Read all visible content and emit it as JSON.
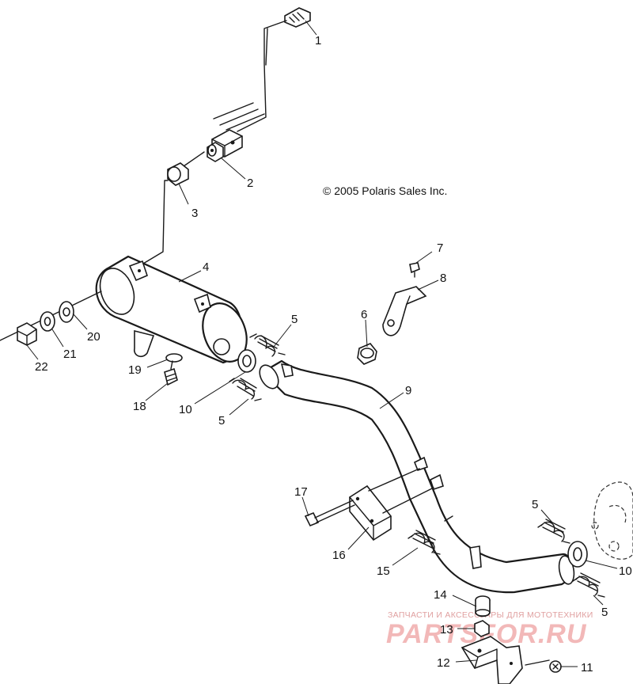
{
  "copyright": "© 2005 Polaris Sales Inc.",
  "watermark": {
    "tagline": "ЗАПЧАСТИ И АКСЕССУАРЫ ДЛЯ МОТОТЕХНИКИ",
    "brand": "PARTSFOR.RU",
    "color": "#f2b8b8"
  },
  "callouts": [
    {
      "id": "c1",
      "label": "1"
    },
    {
      "id": "c2",
      "label": "2"
    },
    {
      "id": "c3",
      "label": "3"
    },
    {
      "id": "c4",
      "label": "4"
    },
    {
      "id": "c5a",
      "label": "5"
    },
    {
      "id": "c5b",
      "label": "5"
    },
    {
      "id": "c5c",
      "label": "5"
    },
    {
      "id": "c5d",
      "label": "5"
    },
    {
      "id": "c6",
      "label": "6"
    },
    {
      "id": "c7",
      "label": "7"
    },
    {
      "id": "c8",
      "label": "8"
    },
    {
      "id": "c9",
      "label": "9"
    },
    {
      "id": "c10a",
      "label": "10"
    },
    {
      "id": "c10b",
      "label": "10"
    },
    {
      "id": "c11",
      "label": "11"
    },
    {
      "id": "c12",
      "label": "12"
    },
    {
      "id": "c13",
      "label": "13"
    },
    {
      "id": "c14",
      "label": "14"
    },
    {
      "id": "c15",
      "label": "15"
    },
    {
      "id": "c16",
      "label": "16"
    },
    {
      "id": "c17",
      "label": "17"
    },
    {
      "id": "c18",
      "label": "18"
    },
    {
      "id": "c19",
      "label": "19"
    },
    {
      "id": "c20",
      "label": "20"
    },
    {
      "id": "c21",
      "label": "21"
    },
    {
      "id": "c22",
      "label": "22"
    }
  ]
}
